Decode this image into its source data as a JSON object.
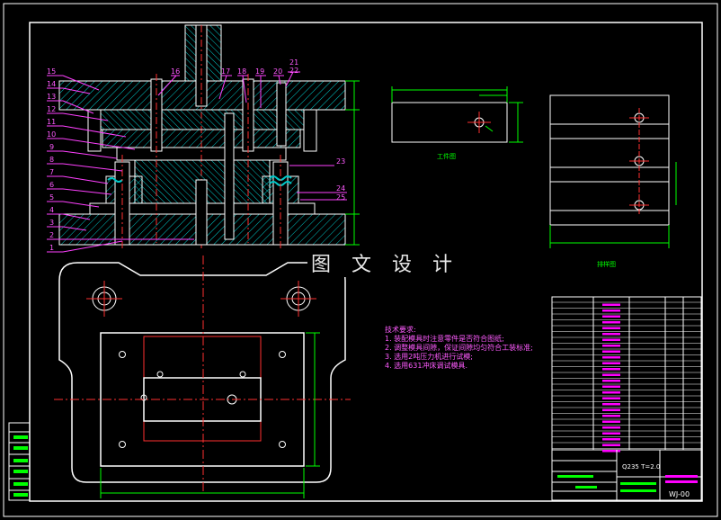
{
  "watermark": "图 文 设 计",
  "views": {
    "workpiece_label": "工件图",
    "layout_label": "排样图"
  },
  "part_numbers": [
    "15",
    "14",
    "13",
    "12",
    "11",
    "10",
    "9",
    "8",
    "7",
    "6",
    "5",
    "4",
    "3",
    "2",
    "1",
    "16",
    "17",
    "18",
    "19",
    "20",
    "21",
    "22",
    "23",
    "24",
    "25"
  ],
  "notes": {
    "title": "技术要求:",
    "items": [
      "1. 装配模具时注意零件是否符合图纸;",
      "2. 调整模具间隙，保证间隙均匀符合工装标准;",
      "3. 选用2吨压力机进行试模;",
      "4. 选用631冲床调试模具."
    ]
  },
  "title_block": {
    "material": "Q235 T=2.0",
    "drawing_no": "WJ-00"
  },
  "colors": {
    "outline": "#ffffff",
    "hatch": "#00c8c8",
    "dimension": "#00ff00",
    "leader": "#ff40ff",
    "centerline": "#ff3030",
    "accent": "#ff00ff"
  }
}
